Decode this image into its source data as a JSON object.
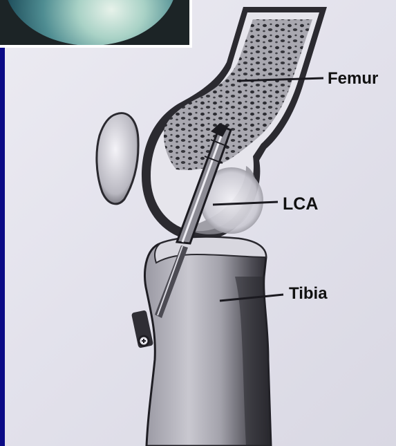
{
  "labels": {
    "femur": "Femur",
    "lca": "LCA",
    "tibia": "Tibia"
  },
  "inset": {
    "description_icon": "arthroscopy-view-icon"
  },
  "colors": {
    "slide_background": "#0b0b86",
    "paper": "#e6e5ee",
    "ink": "#111111"
  }
}
